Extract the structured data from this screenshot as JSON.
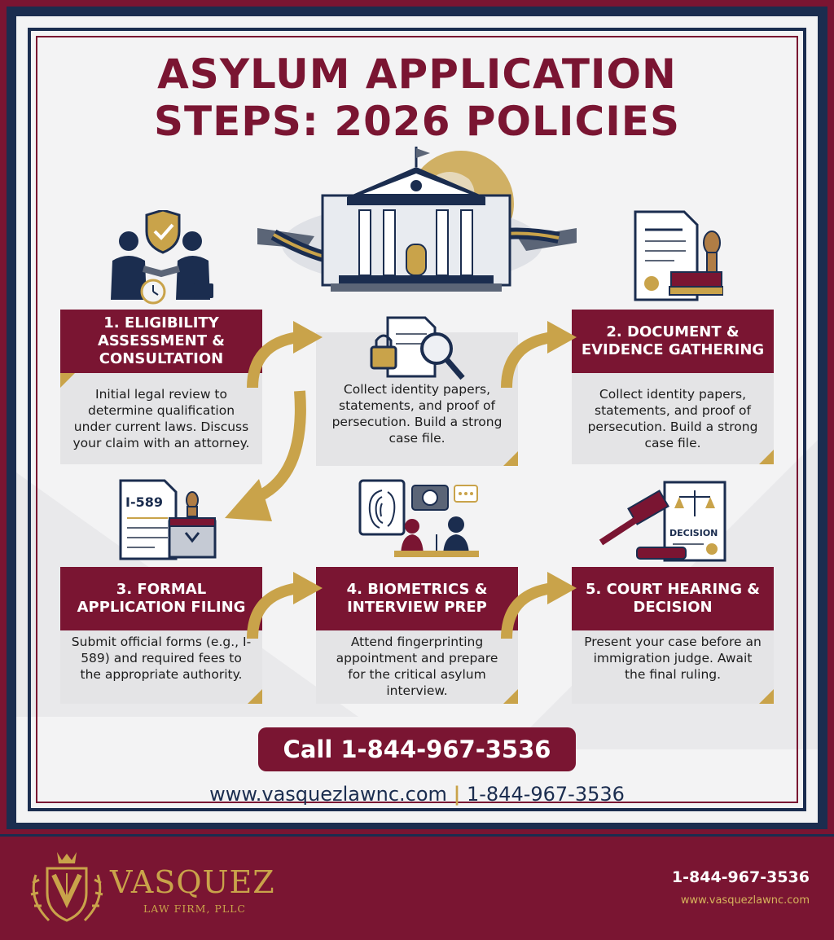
{
  "title": {
    "line1": "ASYLUM APPLICATION",
    "line2": "STEPS: 2026 POLICIES"
  },
  "steps": [
    {
      "heading": "1. ELIGIBILITY ASSESSMENT & CONSULTATION",
      "body": "Initial legal review to determine qualification under current laws. Discuss your claim with an attorney."
    },
    {
      "heading": "",
      "body": "Collect identity papers, statements, and proof of persecution. Build a strong case file."
    },
    {
      "heading": "2. DOCUMENT & EVIDENCE GATHERING",
      "body": "Collect identity papers, statements, and proof of persecution. Build a strong case file."
    },
    {
      "heading": "3. FORMAL APPLICATION FILING",
      "body": "Submit official forms (e.g., I-589) and required fees to the appropriate authority."
    },
    {
      "heading": "4. BIOMETRICS & INTERVIEW PREP",
      "body": "Attend fingerprinting appointment and prepare for the critical asylum interview."
    },
    {
      "heading": "5. COURT HEARING & DECISION",
      "body": "Present your case before an immigration judge. Await the final ruling."
    }
  ],
  "icons": {
    "form_label": "I-589",
    "decision_label": "DECISION"
  },
  "cta": {
    "call": "Call 1-844-967-3536",
    "website": "www.vasquezlawnc.com",
    "separator": "|",
    "phone": "1-844-967-3536"
  },
  "footer": {
    "brand": "VASQUEZ",
    "brand_sub": "LAW FIRM, PLLC",
    "phone": "1-844-967-3536",
    "website": "www.vasquezlawnc.com"
  },
  "colors": {
    "maroon": "#7a1532",
    "navy": "#1b2d4f",
    "gold": "#c9a34a",
    "card_gray": "#e4e4e6"
  }
}
